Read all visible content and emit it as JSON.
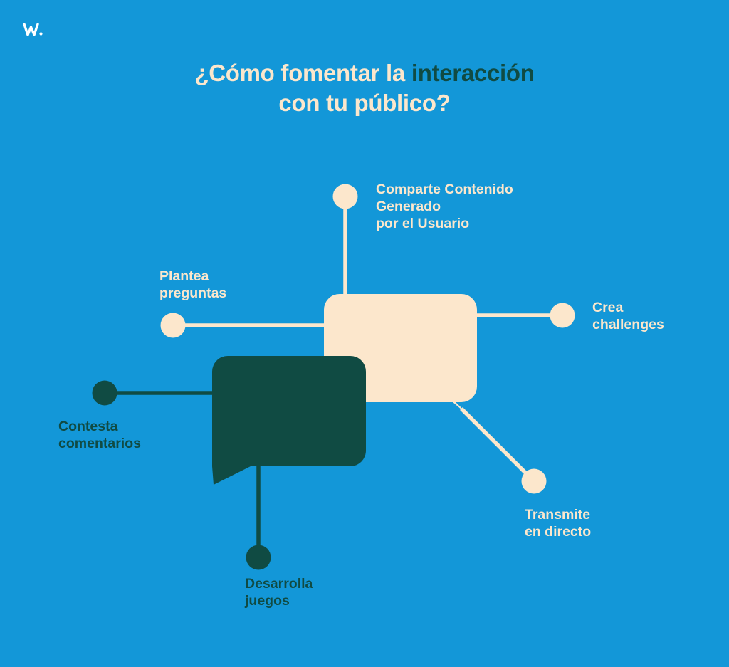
{
  "brand": {
    "logo_text": "w.",
    "logo_icon": "w-wordmark-logo"
  },
  "title": {
    "line1_before": "¿Cómo fomentar la ",
    "line1_accent": "interacción",
    "line2": "con tu público?",
    "full_text": "¿Cómo fomentar la interacción con tu público?"
  },
  "colors": {
    "background_blue": "#1397d8",
    "cream": "#fce7cc",
    "dark_green": "#104b43"
  },
  "diagram": {
    "type": "hub-and-spoke",
    "center_shapes": [
      {
        "name": "cream-speech-bubble",
        "color": "#fce7cc"
      },
      {
        "name": "green-speech-bubble",
        "color": "#104b43"
      }
    ],
    "nodes": [
      {
        "id": "ugc",
        "label": "Comparte Contenido\nGenerado\npor el Usuario",
        "color": "#fce7cc",
        "position": "top"
      },
      {
        "id": "plantea",
        "label": "Plantea\npreguntas",
        "color": "#fce7cc",
        "position": "left"
      },
      {
        "id": "crea",
        "label": "Crea\nchallenges",
        "color": "#fce7cc",
        "position": "right"
      },
      {
        "id": "contesta",
        "label": "Contesta\ncomentarios",
        "color": "#104b43",
        "position": "left-lower"
      },
      {
        "id": "transmite",
        "label": "Transmite\nen directo",
        "color": "#fce7cc",
        "position": "bottom-right"
      },
      {
        "id": "desarrolla",
        "label": "Desarrolla\njuegos",
        "color": "#104b43",
        "position": "bottom"
      }
    ]
  }
}
